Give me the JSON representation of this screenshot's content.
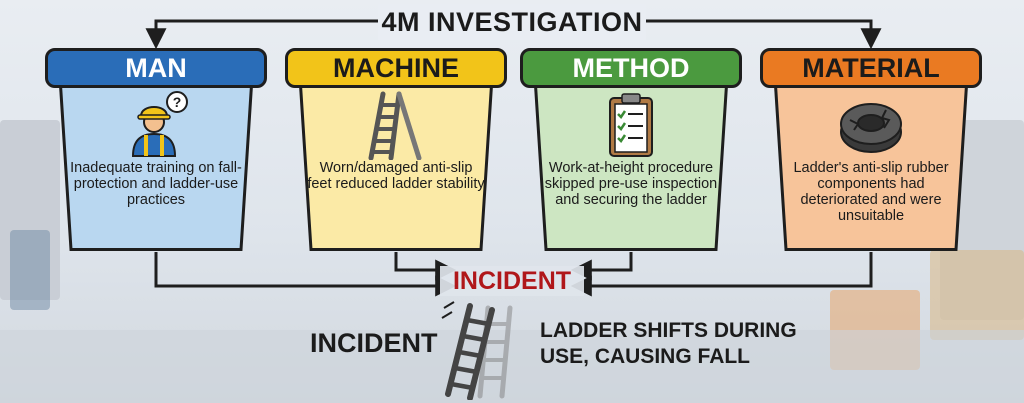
{
  "title": "4M INVESTIGATION",
  "categories": [
    {
      "name": "MAN",
      "description": "Inadequate training on fall-protection and ladder-use practices",
      "icon": "worker-icon",
      "header_color": "#2a6db8",
      "header_text_color": "#ffffff",
      "body_color": "#b9d7f0"
    },
    {
      "name": "MACHINE",
      "description": "Worn/damaged anti-slip feet reduced ladder stability",
      "icon": "ladder-icon",
      "header_color": "#f2c419",
      "header_text_color": "#1b1b1b",
      "body_color": "#fbeaa6"
    },
    {
      "name": "METHOD",
      "description": "Work-at-height procedure skipped pre-use inspection and securing the ladder",
      "icon": "clipboard-icon",
      "header_color": "#4b9a3f",
      "header_text_color": "#ffffff",
      "body_color": "#cde6c2"
    },
    {
      "name": "MATERIAL",
      "description": "Ladder's anti-slip rubber components had deteriorated and were unsuitable",
      "icon": "rubber-ring-icon",
      "header_color": "#ea7a22",
      "header_text_color": "#1b1b1b",
      "body_color": "#f7c49a"
    }
  ],
  "center_label": "INCIDENT",
  "incident": {
    "label": "INCIDENT",
    "description": "LADDER SHIFTS DURING USE, CAUSING FALL",
    "icon": "falling-ladder-icon"
  },
  "colors": {
    "incident_red": "#b0171a",
    "line": "#1e1e1e"
  }
}
